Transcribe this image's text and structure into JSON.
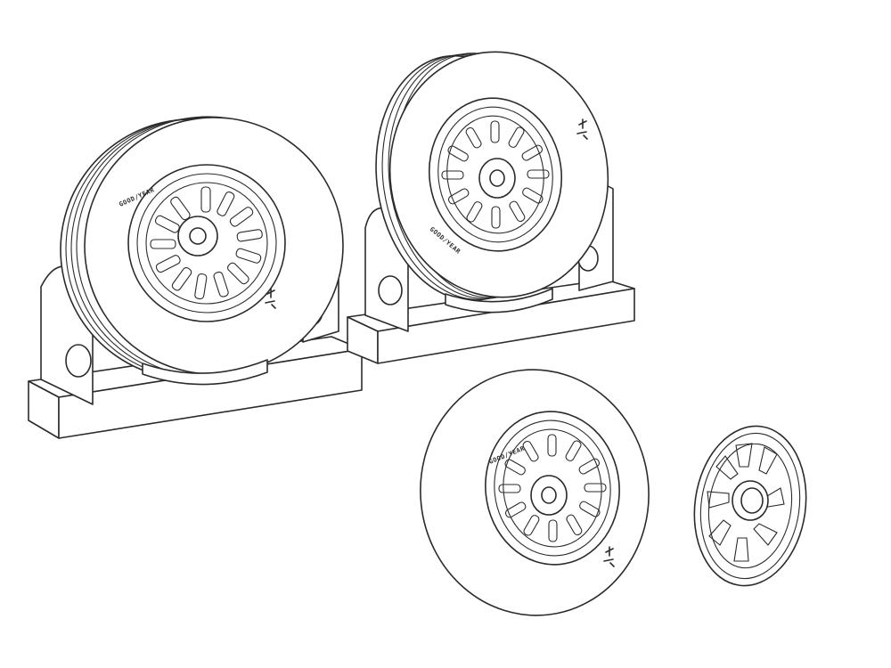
{
  "brand_text": "GOOD/YEAR",
  "scene_objects": [
    "wheel-on-stand-left",
    "wheel-on-stand-right",
    "wheel-loose",
    "hubcap-insert"
  ]
}
